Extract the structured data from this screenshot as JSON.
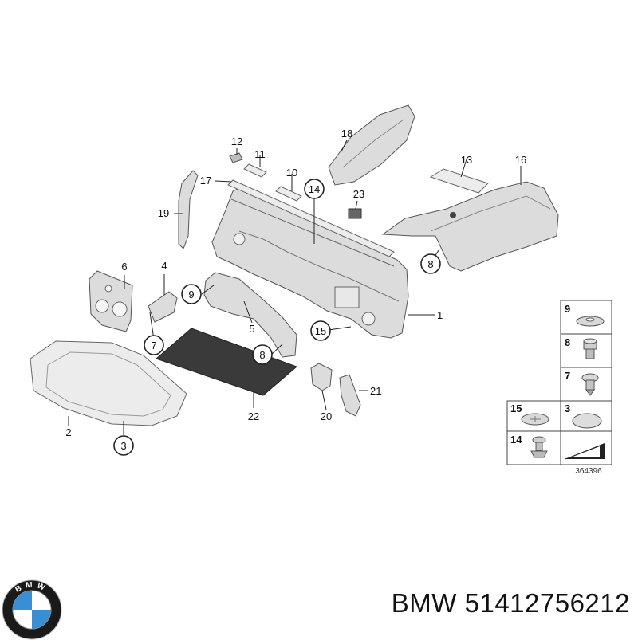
{
  "diagram": {
    "drawing_code": "364396",
    "callouts": {
      "c1": "1",
      "c2": "2",
      "c3": "3",
      "c4": "4",
      "c5": "5",
      "c6": "6",
      "c7": "7",
      "c8a": "8",
      "c8b": "8",
      "c9": "9",
      "c10": "10",
      "c11": "11",
      "c12": "12",
      "c13": "13",
      "c14": "14",
      "c15": "15",
      "c16": "16",
      "c17": "17",
      "c18": "18",
      "c19": "19",
      "c20": "20",
      "c21": "21",
      "c22": "22",
      "c23": "23"
    },
    "legend": {
      "r9": "9",
      "r8": "8",
      "r7": "7",
      "r15": "15",
      "r3": "3",
      "r14": "14"
    }
  },
  "footer": {
    "brand": "BMW",
    "part_number": "51412756212",
    "logo_text": "BMW",
    "colors": {
      "logo_blue": "#3a8fd4",
      "logo_black": "#1a1a1a"
    }
  }
}
